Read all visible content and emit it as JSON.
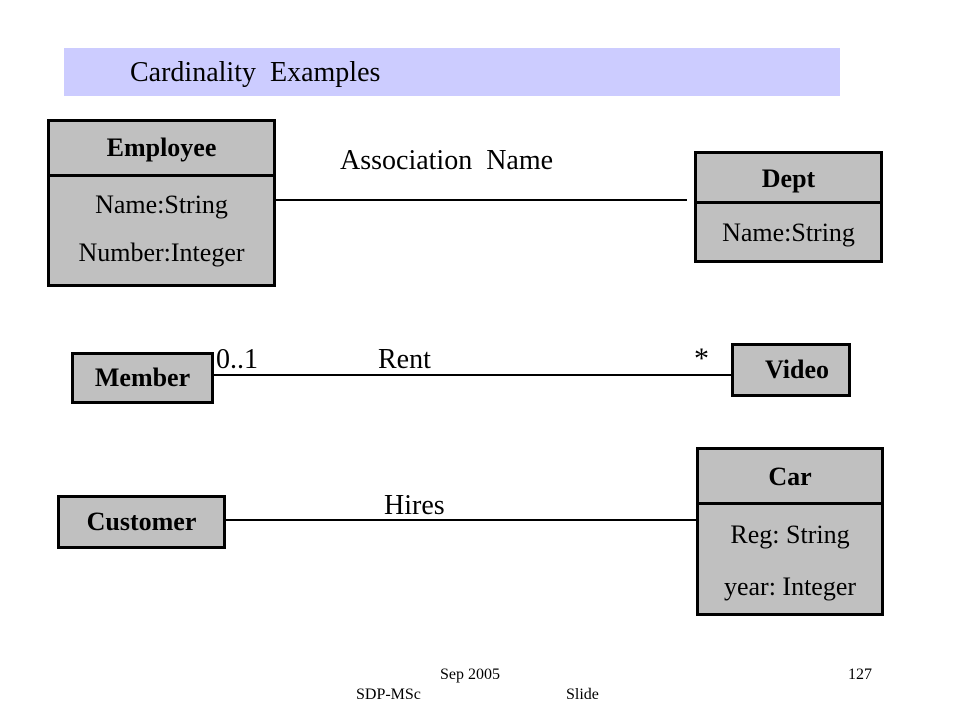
{
  "slide": {
    "title": "Cardinality  Examples"
  },
  "classes": {
    "employee": {
      "name": "Employee",
      "attributes": [
        "Name:String",
        "Number:Integer"
      ]
    },
    "dept": {
      "name": "Dept",
      "attributes": [
        "Name:String"
      ]
    },
    "member": {
      "name": "Member"
    },
    "video": {
      "name": "Video"
    },
    "customer": {
      "name": "Customer"
    },
    "car": {
      "name": "Car",
      "attributes": [
        "Reg: String",
        "year: Integer"
      ]
    }
  },
  "associations": {
    "employee_dept": {
      "label": "Association  Name"
    },
    "member_video": {
      "label": "Rent",
      "left_multiplicity": "0..1",
      "right_multiplicity": "*"
    },
    "customer_car": {
      "label": "Hires"
    }
  },
  "footer": {
    "date": "Sep 2005",
    "course": "SDP-MSc",
    "slide_label": "Slide",
    "page_number": "127"
  }
}
